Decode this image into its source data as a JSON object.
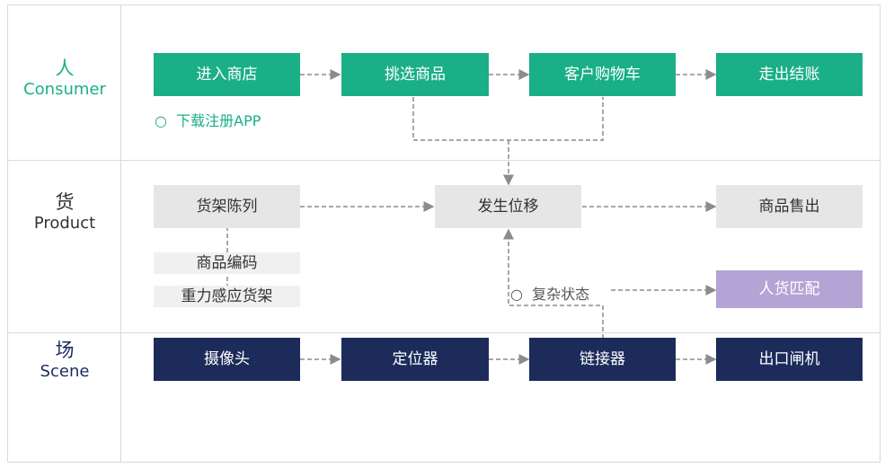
{
  "rows": {
    "consumer": {
      "zh": "人",
      "en": "Consumer"
    },
    "product": {
      "zh": "货",
      "en": "Product"
    },
    "scene": {
      "zh": "场",
      "en": "Scene"
    }
  },
  "consumer_steps": [
    "进入商店",
    "挑选商品",
    "客户购物车",
    "走出结账"
  ],
  "consumer_note": "○  下载注册APP",
  "product": {
    "shelf": "货架陈列",
    "shelf_sub": [
      "商品编码",
      "重力感应货架"
    ],
    "displacement": "发生位移",
    "sold": "商品售出",
    "complex": "○  复杂状态",
    "match": "人货匹配"
  },
  "scene_steps": [
    "摄像头",
    "定位器",
    "链接器",
    "出口闸机"
  ],
  "colors": {
    "green": "#1aaf86",
    "grey": "#e6e6e6",
    "navy": "#1c2b5a",
    "purple": "#b3a4d5",
    "arrow": "#8c8c8c"
  }
}
